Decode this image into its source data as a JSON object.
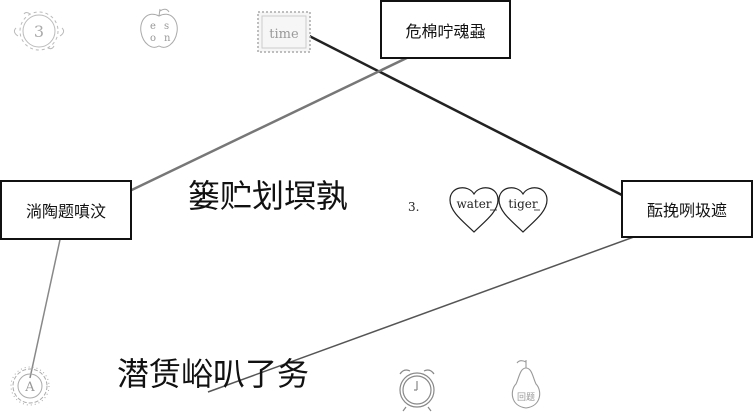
{
  "boxes": {
    "top": "危棉咛魂蝨",
    "left": "淌陶题嗔汶",
    "right": "酝挽咧圾遮"
  },
  "free_text": {
    "middle": "篓贮划塓孰",
    "bottom": "潜赁峪叭了务"
  },
  "pictures": {
    "flower_top": {
      "icon": "flower-badge-icon",
      "label": "3"
    },
    "apple": {
      "icon": "apple-icon",
      "letters": [
        "e",
        "s",
        "o",
        "n"
      ]
    },
    "stamp": {
      "icon": "stamp-frame-icon",
      "label": "time"
    },
    "hearts": {
      "icon": "hearts-icon",
      "number": "3.",
      "words": [
        "water",
        "tiger"
      ]
    },
    "flower_bottom": {
      "icon": "flower-badge-icon",
      "label": "A"
    },
    "alarm_clock": {
      "icon": "alarm-clock-icon"
    },
    "pear": {
      "icon": "pear-icon",
      "label": "回题"
    }
  },
  "colors": {
    "line_dark": "#222222",
    "line_mid": "#777777",
    "line_light": "#999999"
  }
}
